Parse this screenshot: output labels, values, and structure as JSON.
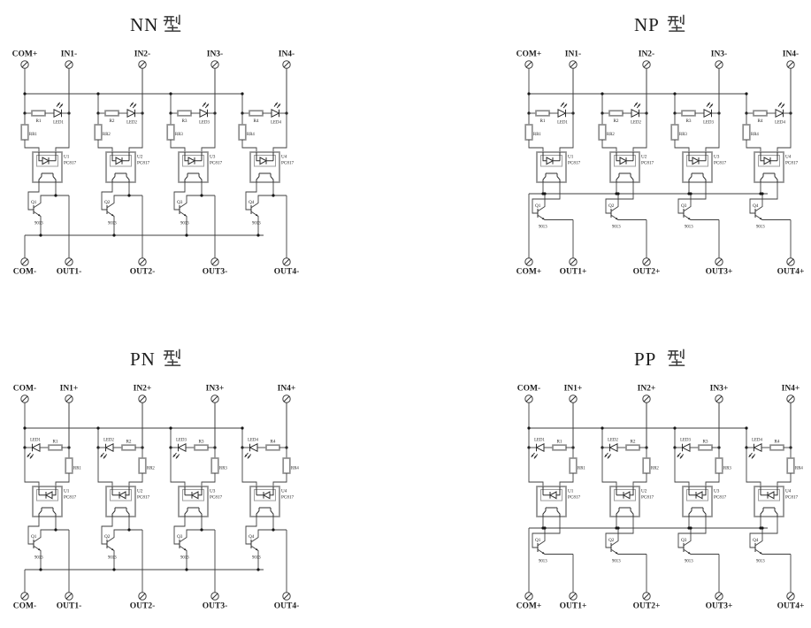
{
  "page": {
    "background": "#ffffff"
  },
  "colors": {
    "wire": "#3e3e3e",
    "component_box": "#8d8d8d",
    "text": "#1d1d1d",
    "title": "#333333"
  },
  "circuits": [
    {
      "id": "nn",
      "title": "NN 型",
      "input_type": "N",
      "output_type": "sink",
      "top_terminals": [
        "COM+",
        "IN1-",
        "IN2-",
        "IN3-",
        "IN4-"
      ],
      "bottom_terminals": [
        "COM-",
        "OUT1-",
        "OUT2-",
        "OUT3-",
        "OUT4-"
      ],
      "channels": [
        {
          "r": "R1",
          "led": "LED1",
          "rr": "RR1",
          "u": "U1",
          "u_part": "PC817",
          "q": "Q1",
          "q_part": "9013"
        },
        {
          "r": "R2",
          "led": "LED2",
          "rr": "RR2",
          "u": "U2",
          "u_part": "PC817",
          "q": "Q2",
          "q_part": "9013"
        },
        {
          "r": "R3",
          "led": "LED3",
          "rr": "RR3",
          "u": "U3",
          "u_part": "PC817",
          "q": "Q3",
          "q_part": "9013"
        },
        {
          "r": "R4",
          "led": "LED4",
          "rr": "RR4",
          "u": "U4",
          "u_part": "PC817",
          "q": "Q4",
          "q_part": "9013"
        }
      ]
    },
    {
      "id": "np",
      "title": "NP 型",
      "input_type": "N",
      "output_type": "source",
      "top_terminals": [
        "COM+",
        "IN1-",
        "IN2-",
        "IN3-",
        "IN4-"
      ],
      "bottom_terminals": [
        "COM+",
        "OUT1+",
        "OUT2+",
        "OUT3+",
        "OUT4+"
      ],
      "channels": [
        {
          "r": "R1",
          "led": "LED1",
          "rr": "RR1",
          "u": "U1",
          "u_part": "PC817",
          "q": "Q1",
          "q_part": "9013"
        },
        {
          "r": "R2",
          "led": "LED2",
          "rr": "RR2",
          "u": "U2",
          "u_part": "PC817",
          "q": "Q2",
          "q_part": "9013"
        },
        {
          "r": "R3",
          "led": "LED3",
          "rr": "RR3",
          "u": "U3",
          "u_part": "PC817",
          "q": "Q3",
          "q_part": "9013"
        },
        {
          "r": "R4",
          "led": "LED4",
          "rr": "RR4",
          "u": "U4",
          "u_part": "PC817",
          "q": "Q4",
          "q_part": "9013"
        }
      ]
    },
    {
      "id": "pn",
      "title": "PN 型",
      "input_type": "P",
      "output_type": "sink",
      "top_terminals": [
        "COM-",
        "IN1+",
        "IN2+",
        "IN3+",
        "IN4+"
      ],
      "bottom_terminals": [
        "COM-",
        "OUT1-",
        "OUT2-",
        "OUT3-",
        "OUT4-"
      ],
      "channels": [
        {
          "r": "R1",
          "led": "LED1",
          "rr": "RR1",
          "u": "U1",
          "u_part": "PC817",
          "q": "Q1",
          "q_part": "9013"
        },
        {
          "r": "R2",
          "led": "LED2",
          "rr": "RR2",
          "u": "U2",
          "u_part": "PC817",
          "q": "Q2",
          "q_part": "9013"
        },
        {
          "r": "R3",
          "led": "LED3",
          "rr": "RR3",
          "u": "U3",
          "u_part": "PC817",
          "q": "Q3",
          "q_part": "9013"
        },
        {
          "r": "R4",
          "led": "LED4",
          "rr": "RR4",
          "u": "U4",
          "u_part": "PC817",
          "q": "Q4",
          "q_part": "9013"
        }
      ]
    },
    {
      "id": "pp",
      "title": "PP 型",
      "input_type": "P",
      "output_type": "source",
      "top_terminals": [
        "COM-",
        "IN1+",
        "IN2+",
        "IN3+",
        "IN4+"
      ],
      "bottom_terminals": [
        "COM+",
        "OUT1+",
        "OUT2+",
        "OUT3+",
        "OUT4+"
      ],
      "channels": [
        {
          "r": "R1",
          "led": "LED1",
          "rr": "RR1",
          "u": "U1",
          "u_part": "PC817",
          "q": "Q1",
          "q_part": "9013"
        },
        {
          "r": "R2",
          "led": "LED2",
          "rr": "RR2",
          "u": "U2",
          "u_part": "PC817",
          "q": "Q2",
          "q_part": "9013"
        },
        {
          "r": "R3",
          "led": "LED3",
          "rr": "RR3",
          "u": "U3",
          "u_part": "PC817",
          "q": "Q3",
          "q_part": "9013"
        },
        {
          "r": "R4",
          "led": "LED4",
          "rr": "RR4",
          "u": "U4",
          "u_part": "PC817",
          "q": "Q4",
          "q_part": "9013"
        }
      ]
    }
  ]
}
